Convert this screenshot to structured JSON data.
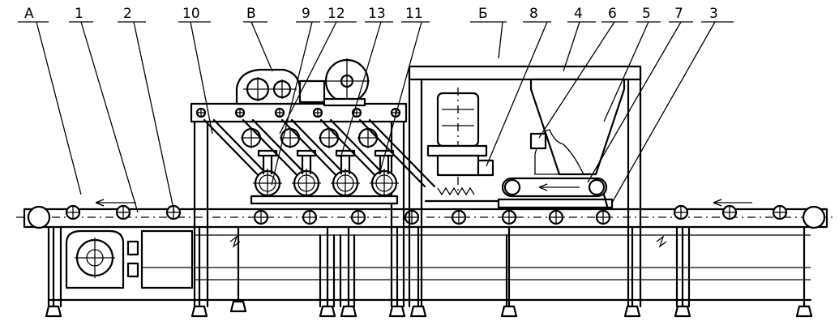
{
  "callouts": [
    {
      "id": "A",
      "text": "A"
    },
    {
      "id": "1",
      "text": "1"
    },
    {
      "id": "2",
      "text": "2"
    },
    {
      "id": "10",
      "text": "10"
    },
    {
      "id": "B",
      "text": "B"
    },
    {
      "id": "9",
      "text": "9"
    },
    {
      "id": "12",
      "text": "12"
    },
    {
      "id": "13",
      "text": "13"
    },
    {
      "id": "11",
      "text": "11"
    },
    {
      "id": "E",
      "text": "Б"
    },
    {
      "id": "8",
      "text": "8"
    },
    {
      "id": "4",
      "text": "4"
    },
    {
      "id": "6",
      "text": "6"
    },
    {
      "id": "5",
      "text": "5"
    },
    {
      "id": "7",
      "text": "7"
    },
    {
      "id": "3",
      "text": "3"
    }
  ]
}
